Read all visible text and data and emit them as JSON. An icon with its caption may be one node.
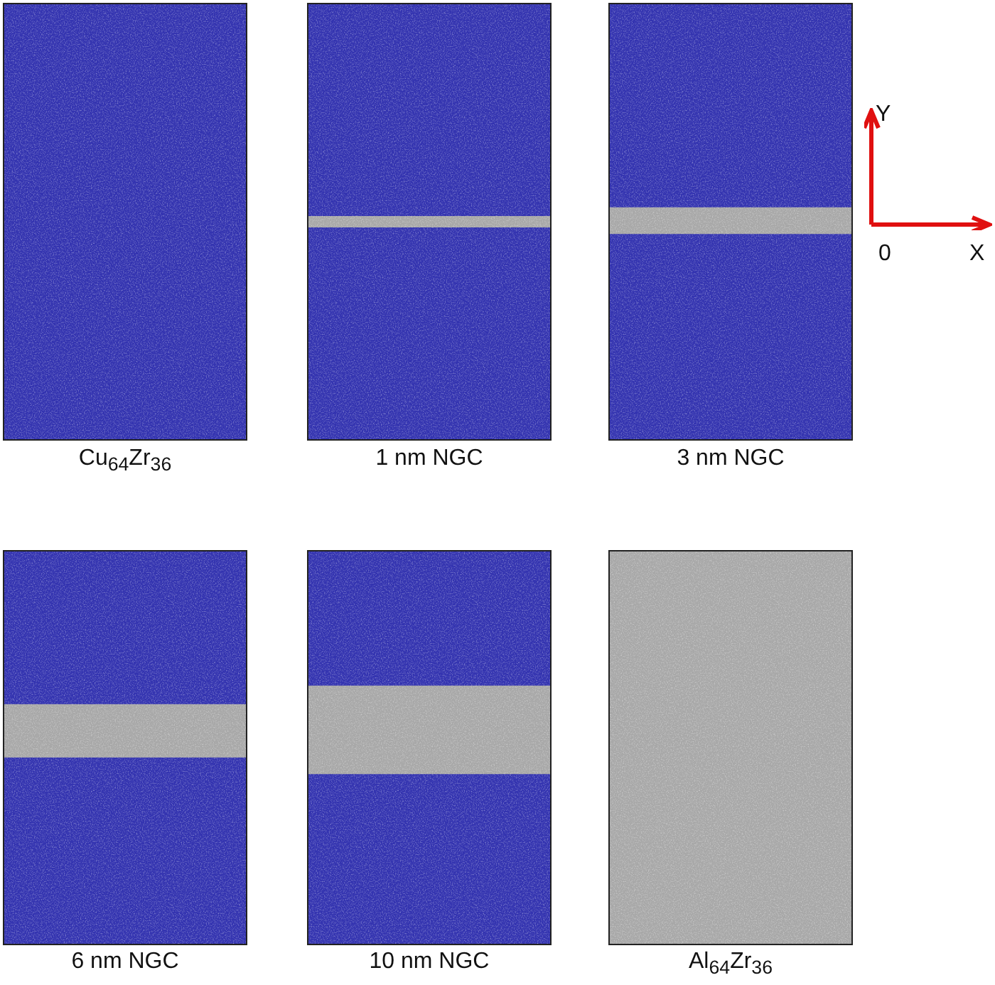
{
  "diagram": {
    "labels": [
      "Y",
      "0",
      "X",
      "Cu$_{64}$Zr$_{36}$",
      "1 nm NGC",
      "3 nm NGC",
      "6 nm NGC",
      "10 nm NGC",
      "Al$_{64}$Zr$_{36}$"
    ]
  }
}
